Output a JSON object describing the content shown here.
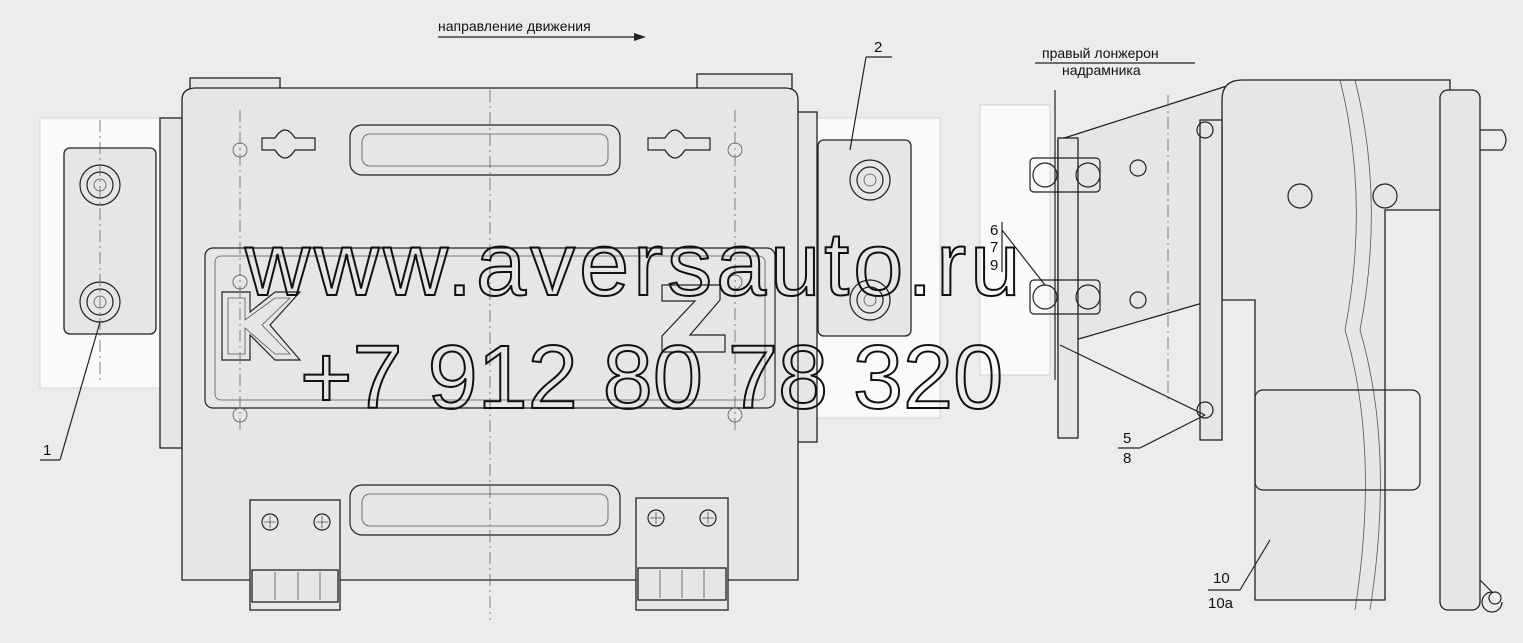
{
  "caption": {
    "direction": "направление движения",
    "spar_line1": "правый лонжерон",
    "spar_line2": "надрамника"
  },
  "callouts": {
    "c1": "1",
    "c2": "2",
    "c5": "5",
    "c6": "6",
    "c7": "7",
    "c8": "8",
    "c9": "9",
    "c10": "10",
    "c10a": "10а"
  },
  "watermark": {
    "site": "www.aversauto.ru",
    "phone": "+7 912 80 78 320"
  }
}
